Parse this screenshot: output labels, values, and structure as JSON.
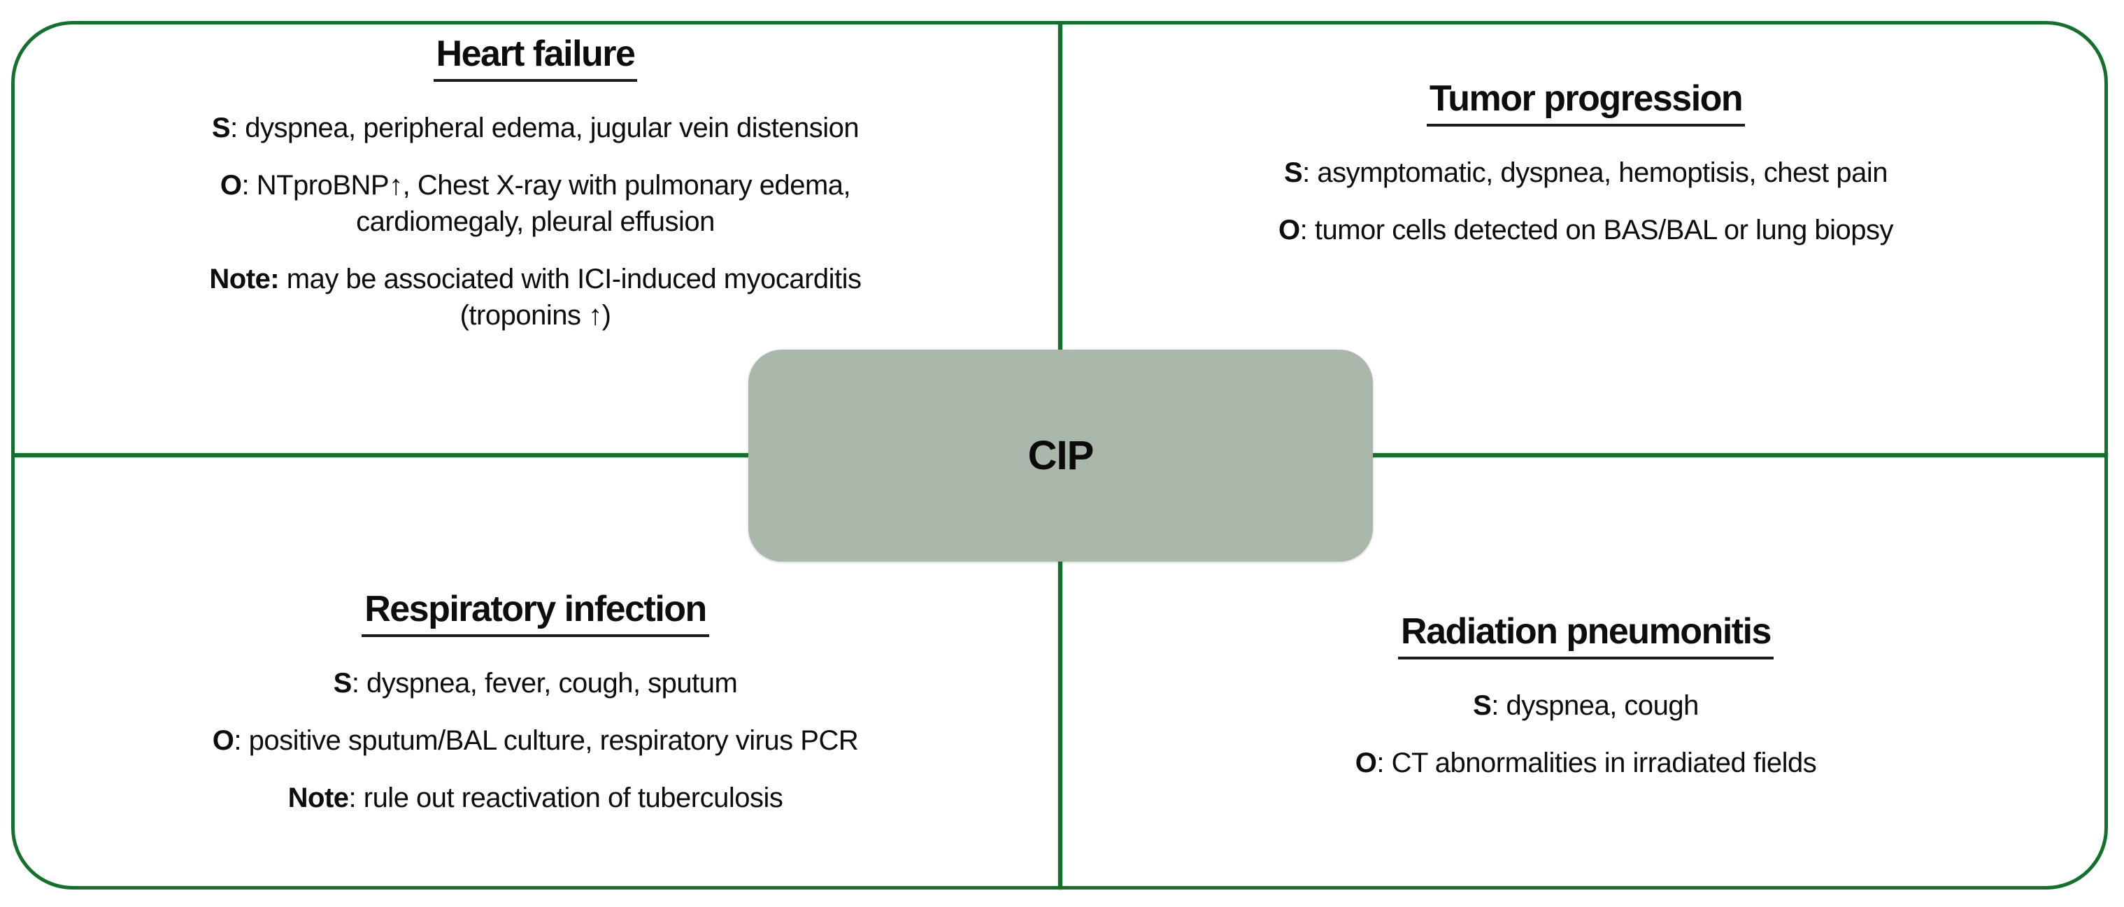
{
  "colors": {
    "border_green": "#15702e",
    "center_box_fill": "#a9b8aa",
    "text": "#0d0d0d"
  },
  "center": {
    "label": "CIP"
  },
  "quadrants": [
    {
      "id": "heart-failure",
      "title": "Heart failure",
      "lines": [
        {
          "prefix": "S",
          "text": ": dyspnea, peripheral edema, jugular vein distension"
        },
        {
          "prefix": "O",
          "text": ": NTproBNP↑, Chest X-ray with pulmonary edema,\ncardiomegaly, pleural effusion"
        },
        {
          "prefix": "Note:",
          "text": " may be associated with ICI-induced myocarditis\n(troponins ↑)"
        }
      ]
    },
    {
      "id": "tumor-progression",
      "title": "Tumor progression",
      "lines": [
        {
          "prefix": "S",
          "text": ": asymptomatic, dyspnea, hemoptisis, chest pain"
        },
        {
          "prefix": "O",
          "text": ": tumor cells detected on BAS/BAL or lung biopsy"
        }
      ]
    },
    {
      "id": "respiratory-infection",
      "title": "Respiratory infection",
      "lines": [
        {
          "prefix": "S",
          "text": ": dyspnea, fever, cough, sputum"
        },
        {
          "prefix": "O",
          "text": ": positive sputum/BAL culture, respiratory virus PCR"
        },
        {
          "prefix": "Note",
          "text": ": rule out reactivation of tuberculosis"
        }
      ]
    },
    {
      "id": "radiation-pneumonitis",
      "title": "Radiation pneumonitis",
      "lines": [
        {
          "prefix": "S",
          "text": ": dyspnea, cough"
        },
        {
          "prefix": "O",
          "text": ": CT abnormalities in irradiated fields"
        }
      ]
    }
  ]
}
